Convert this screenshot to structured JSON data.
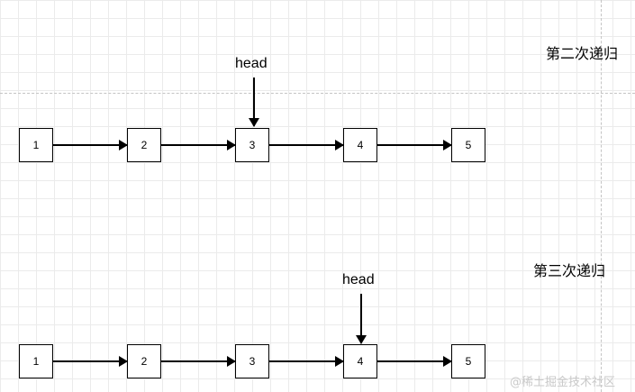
{
  "diagrams": [
    {
      "title": "第二次递归",
      "nodes": [
        "1",
        "2",
        "3",
        "4",
        "5"
      ],
      "head_label": "head",
      "head_node": "3"
    },
    {
      "title": "第三次递归",
      "nodes": [
        "1",
        "2",
        "3",
        "4",
        "5"
      ],
      "head_label": "head",
      "head_node": "4"
    }
  ],
  "watermark": "@稀土掘金技术社区"
}
